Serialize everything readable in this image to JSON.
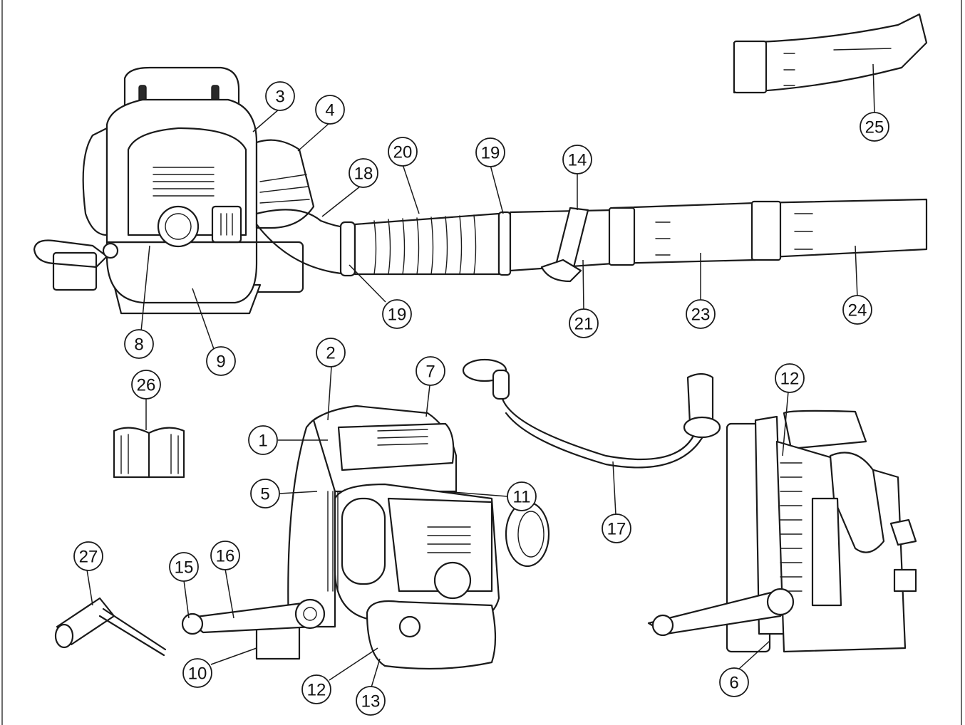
{
  "figure": {
    "kind": "exploded parts diagram (backpack leaf blower)",
    "colors": {
      "line": "#1a1a1a",
      "background": "#ffffff",
      "shade": "#d8d8d8"
    }
  },
  "callouts": {
    "c1": "1",
    "c2": "2",
    "c3": "3",
    "c4": "4",
    "c5": "5",
    "c6": "6",
    "c7": "7",
    "c8": "8",
    "c9": "9",
    "c10": "10",
    "c11": "11",
    "c12a": "12",
    "c12b": "12",
    "c13": "13",
    "c14": "14",
    "c15": "15",
    "c16": "16",
    "c17": "17",
    "c18": "18",
    "c19a": "19",
    "c19b": "19",
    "c20": "20",
    "c21": "21",
    "c23": "23",
    "c24": "24",
    "c25": "25",
    "c26": "26",
    "c27": "27"
  }
}
